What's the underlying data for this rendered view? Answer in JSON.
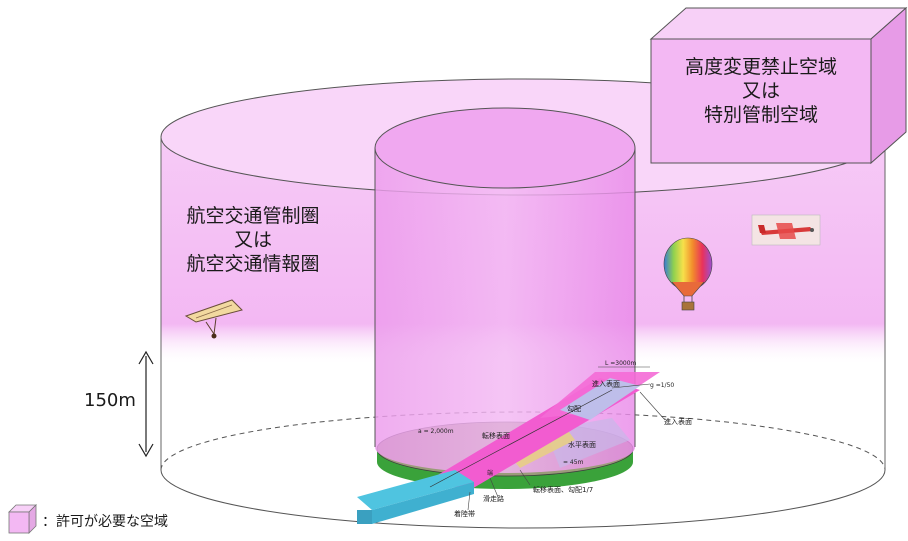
{
  "colors": {
    "permit_airspace": "#f3b8f3",
    "permit_airspace_strong": "#e98ae9",
    "airfield_disc": "#9b9b7a",
    "airfield_disc_edge": "#3aa23a",
    "approach_surface": "#f25cd0",
    "runway_strip": "#4fc4e0",
    "transition_surface": "#e8d27a",
    "outline": "#555555"
  },
  "restricted_box": {
    "line1": "高度変更禁止空域",
    "line2": "又は",
    "line3": "特別管制空域"
  },
  "control_zone": {
    "line1": "航空交通管制圏",
    "line2": "又は",
    "line3": "航空交通情報圏"
  },
  "height_marker": {
    "label": "150m"
  },
  "legend": {
    "label": "：許可が必要な空域"
  },
  "airfield_labels": {
    "radius": "a = 2,000m",
    "transition_surface": "転移表面",
    "slope": "勾配",
    "approach_surface": "進入表面",
    "slope_ratio": "g =1/50",
    "approach_surface_side": "進入表面",
    "horizontal_surface": "水平表面",
    "height_45": "= 45m",
    "runway_end": "端",
    "runway": "滑走路",
    "strip": "着陸帯",
    "transition_slope": "転移表面、勾配1/7",
    "length_3000": "L =3000m"
  },
  "icons": [
    "hang-glider-icon",
    "hot-air-balloon-icon",
    "airplane-icon"
  ]
}
